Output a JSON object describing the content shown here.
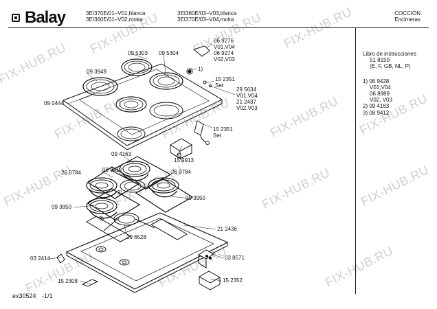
{
  "header": {
    "brand": "Balay",
    "models_left": [
      "3EI370E/01–V01,blanca",
      "3EI360E/01–V02,moka"
    ],
    "models_right": [
      "3EI360E/03–V03,blanca",
      "3EI370E/03–V04,moka"
    ],
    "category": "COCCIÓN",
    "subcategory": "Encimeras"
  },
  "sidebar": {
    "manual": "Libro de instrucciones",
    "manual_code": "51 8150",
    "manual_langs": "(E, F, GB, NL, P)",
    "notes": [
      "1) 06 9428",
      "V01,V04",
      "06 8989",
      "V02, V03",
      "2) 09 4163",
      "3) 08 9412"
    ]
  },
  "parts": {
    "p069276": "06 9276",
    "p069276_var": "V01,V04",
    "p069274": "06 9274",
    "p069274_var": "V02,V03",
    "p095303": "09 5303",
    "p095304": "09 5304",
    "p093949": "09 3949",
    "p090444": "09 0444",
    "p152351a": "15 2351",
    "p152351a_set": "Set",
    "p295634": "29 5634",
    "p295634_var": "V01,V04",
    "p212437": "21 2437",
    "p212437_var": "V02,V03",
    "p152351b": "15 2351",
    "p152351b_set": "Set",
    "p094163": "09 4163",
    "p159913": "15 9913",
    "p260784a": "26 0784",
    "p089412": "08 9412",
    "p260784b": "26 0784",
    "p093950a": "09 3950",
    "p093950b": "09 3950",
    "p212436": "21 2436",
    "p296528": "29 6528",
    "p032414": "03 2414",
    "p038571": "03 8571",
    "p152308": "15 2308",
    "p152352": "15 2352",
    "callout1": "1)",
    "callout2": "2)",
    "callout3": "3)"
  },
  "footer": {
    "code": "ex30524",
    "page": "-1/1"
  },
  "watermark": "FIX-HUB.RU"
}
